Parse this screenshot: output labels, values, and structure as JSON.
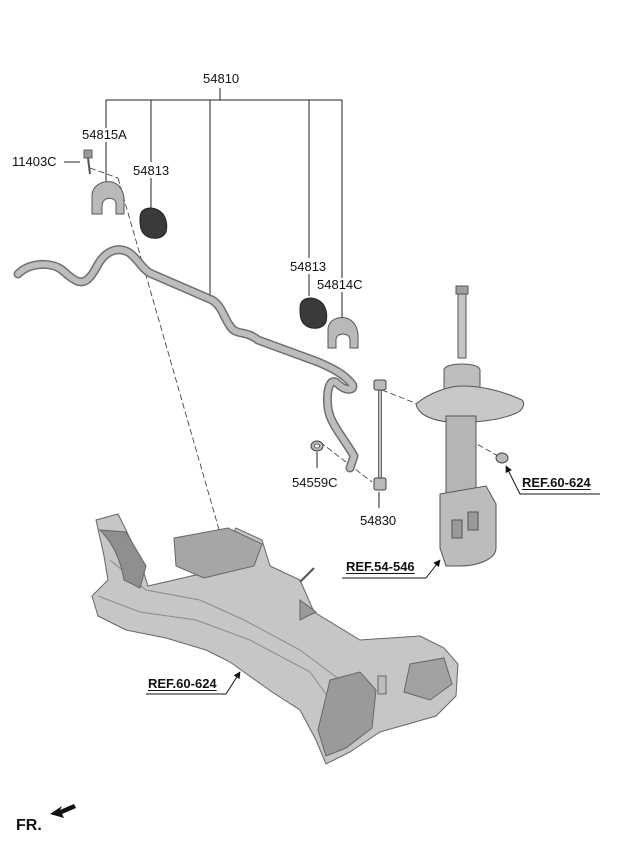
{
  "callouts": {
    "assembly": "54810",
    "bracket_left": "54815A",
    "bolt": "11403C",
    "bushing_left": "54813",
    "bushing_right": "54813",
    "bracket_right": "54814C",
    "nut": "54559C",
    "link": "54830"
  },
  "references": {
    "subframe_ref_right": "REF.60-624",
    "strut_ref": "REF.54-546",
    "subframe_ref_left": "REF.60-624"
  },
  "direction_label": "FR.",
  "colors": {
    "part_fill": "#b9b9b9",
    "part_dark": "#6f6f6f",
    "bushing": "#3a3a3a",
    "line": "#222222"
  }
}
